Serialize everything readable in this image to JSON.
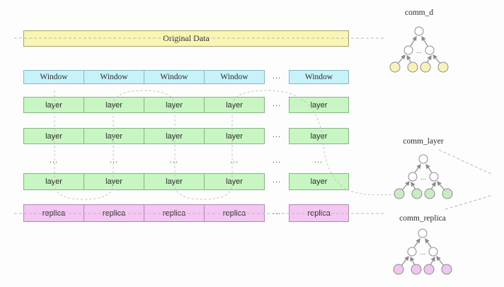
{
  "rows": {
    "original": {
      "label": "Original Data"
    },
    "window": {
      "label": "Window",
      "ellipsis": "..."
    },
    "layer": {
      "label": "layer",
      "ellipsis": "..."
    },
    "dots": {
      "ellipsis": "..."
    },
    "replica": {
      "label": "replica",
      "ellipsis": "..."
    }
  },
  "trees": {
    "comm_d": {
      "label": "comm_d",
      "dots": "..."
    },
    "comm_layer": {
      "label": "comm_layer",
      "dots": "..."
    },
    "comm_replica": {
      "label": "comm_replica",
      "dots": "..."
    }
  },
  "colors": {
    "data-fill": "#f9f6b3",
    "data-border": "#a8a269",
    "window-fill": "#c8f2fa",
    "window-border": "#88b7c0",
    "layer-fill": "#c8f6c2",
    "layer-border": "#84b383",
    "replica-fill": "#f3c7f2",
    "replica-border": "#b286b2",
    "dash": "#b8b8b8",
    "serp": "#c2c2c2",
    "node-stroke": "#8b8b8b",
    "arrow": "#8b8b8b",
    "leaf-d": "#f8f2ba",
    "leaf-layer": "#c8ecc1",
    "leaf-replica": "#efc6ef",
    "text": "#2b2b2b"
  }
}
